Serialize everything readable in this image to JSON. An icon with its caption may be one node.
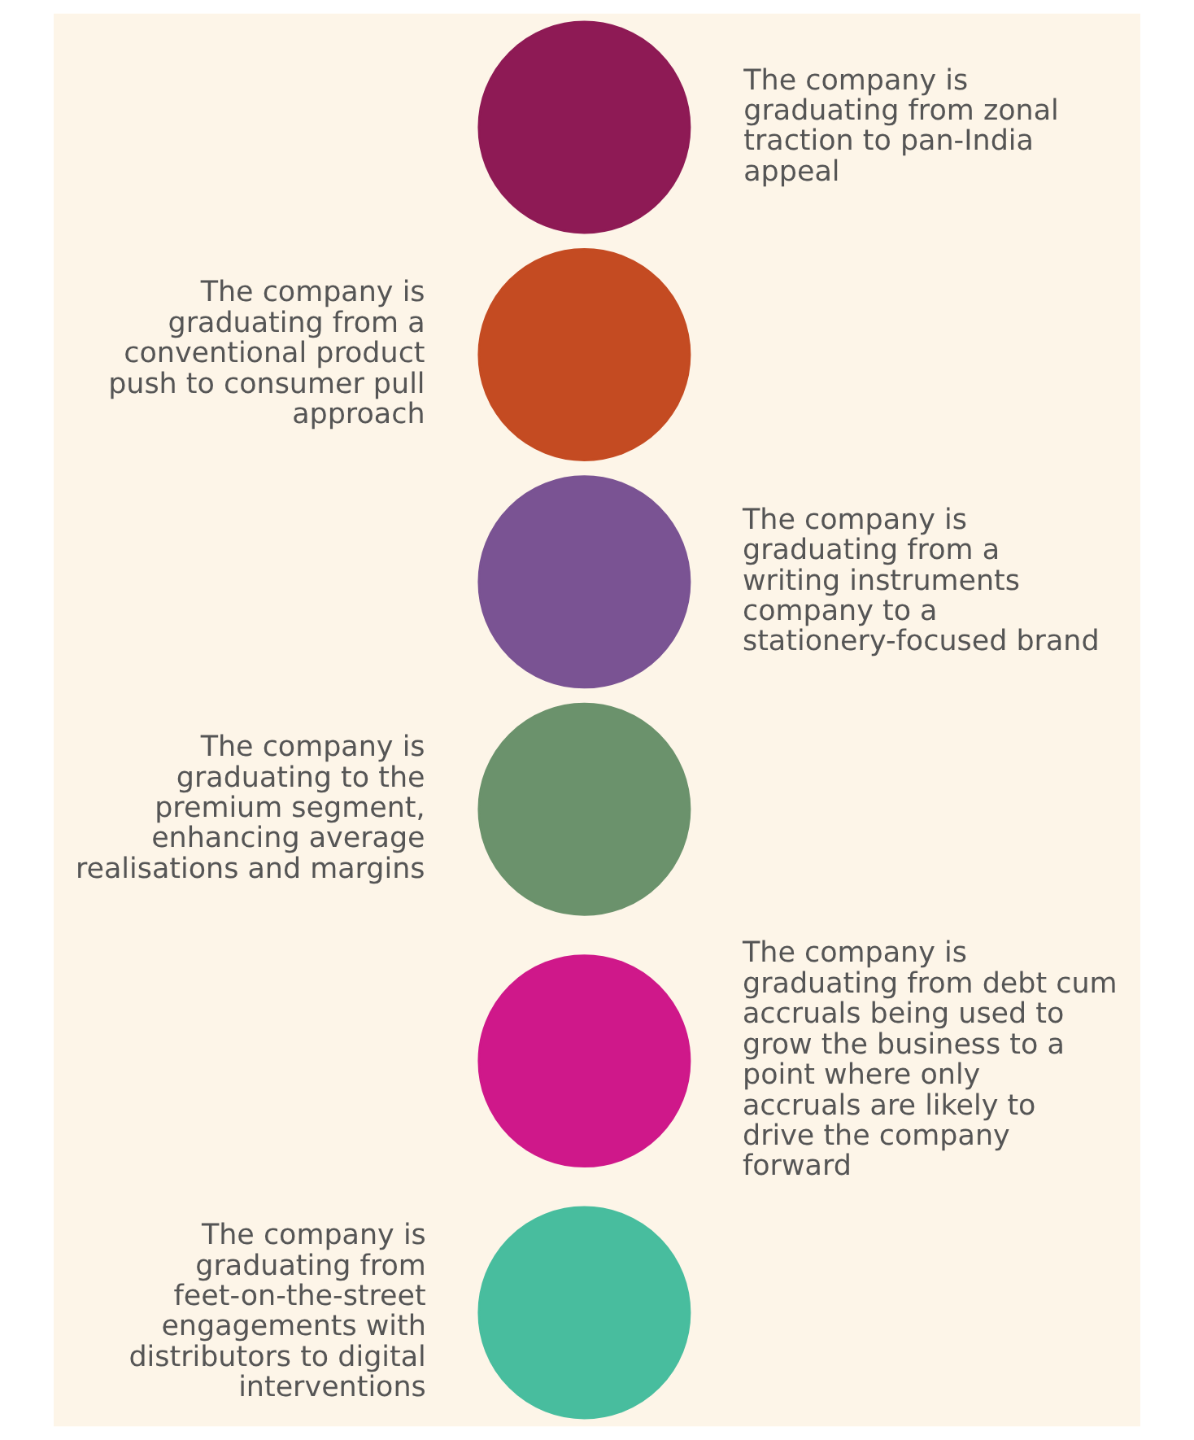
{
  "diagram": {
    "nodes": [
      {
        "text": [],
        "shape": "circle",
        "beside": [
          "The company is graduating from zonal traction to pan-India appeal"
        ]
      },
      {
        "text": [],
        "shape": "circle",
        "beside": [
          "The company is graduating from a conventional product push to consumer pull approach"
        ]
      },
      {
        "text": [],
        "shape": "circle",
        "beside": [
          "The company is graduating from a writing instruments company to a stationery-focused brand"
        ]
      },
      {
        "text": [],
        "shape": "circle",
        "beside": [
          "The company is graduating to the premium segment, enhancing average realisations and margins"
        ]
      },
      {
        "text": [],
        "shape": "circle",
        "beside": [
          "The company is graduating from debt cum accruals being used to grow the business to a point where only accruals are likely to drive the company forward"
        ]
      },
      {
        "text": [],
        "shape": "circle",
        "beside": [
          "The company is graduating from feet-on-the-street engagements with distributors to digital interventions"
        ]
      }
    ],
    "edges": []
  }
}
